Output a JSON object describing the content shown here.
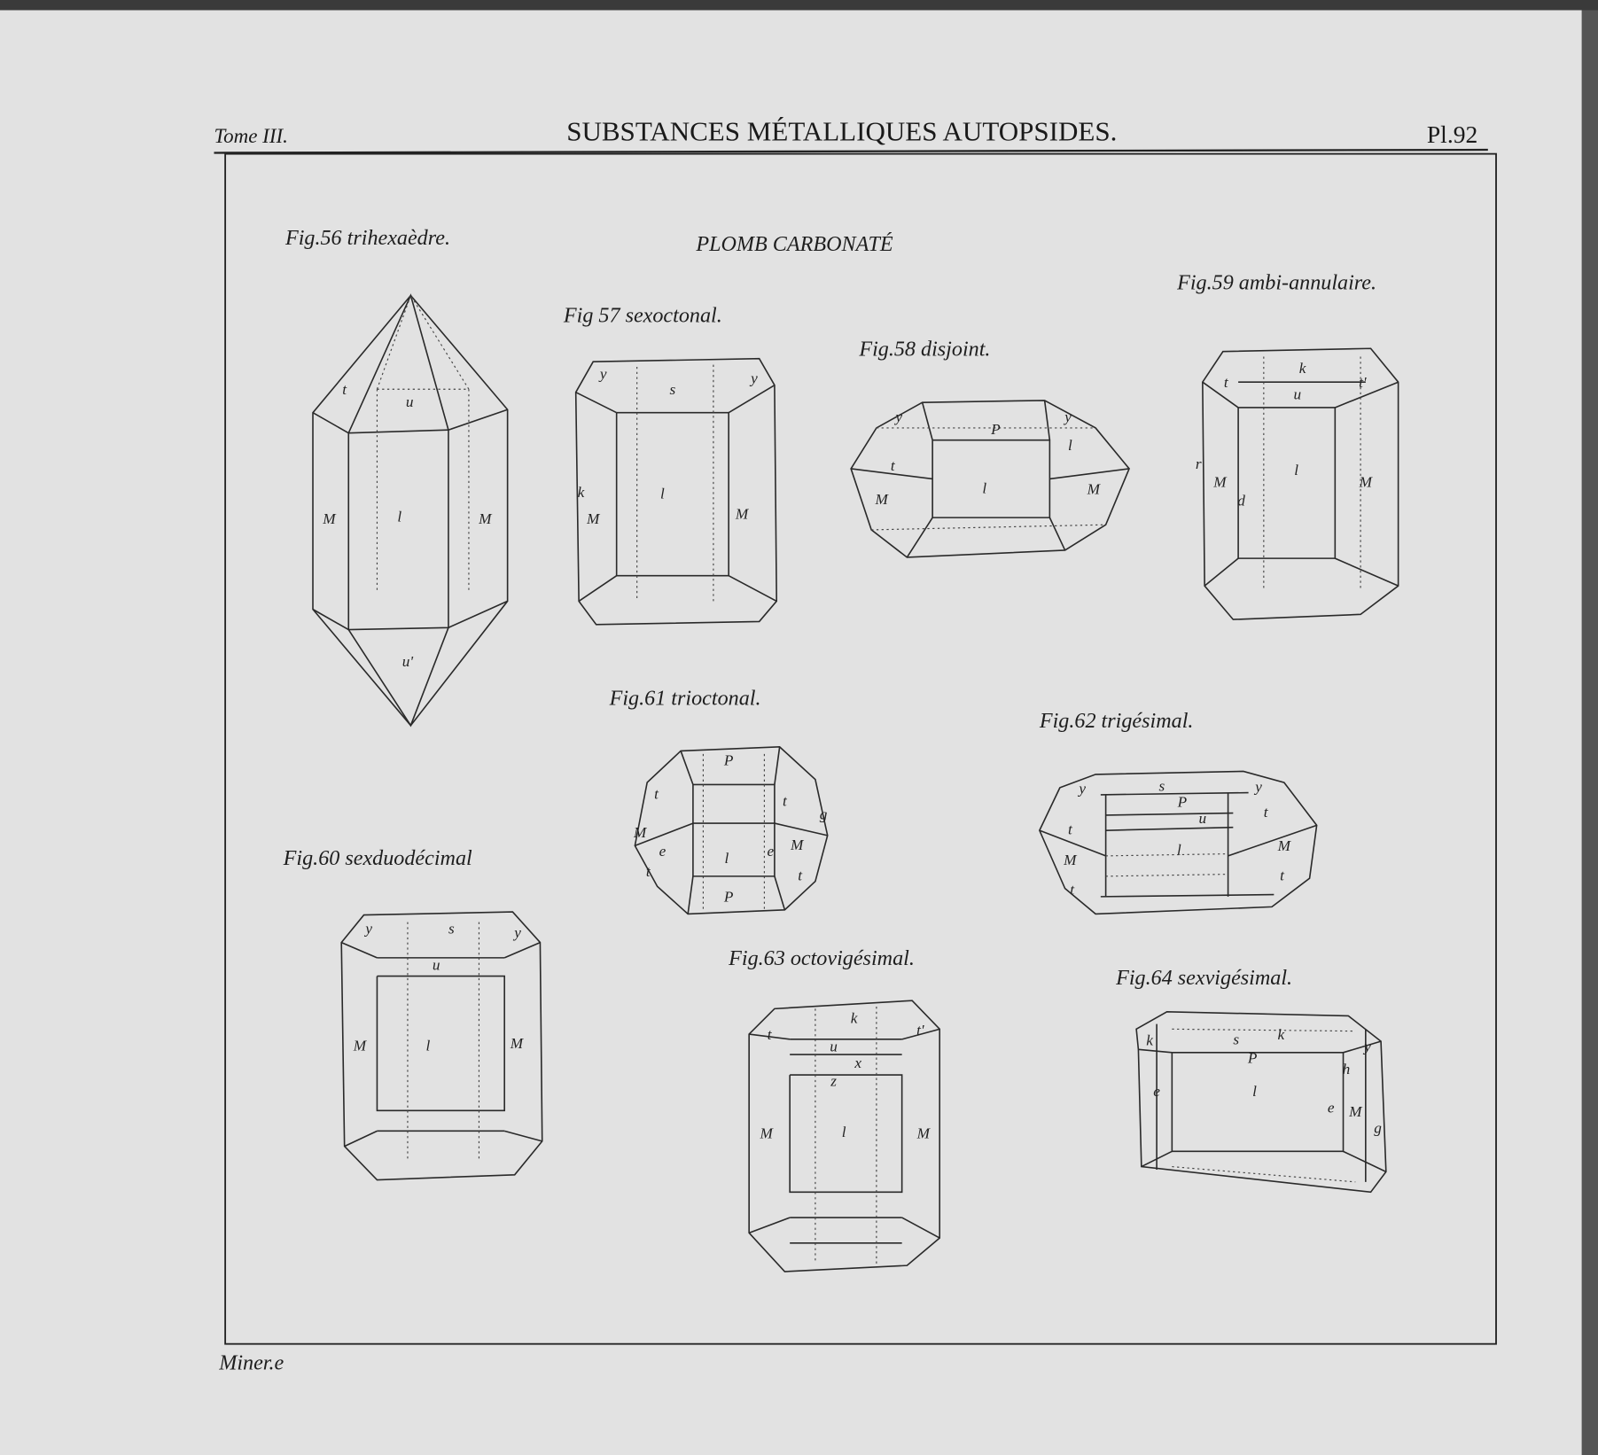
{
  "header": {
    "tome": "Tome III.",
    "title": "SUBSTANCES MÉTALLIQUES AUTOPSIDES.",
    "plate": "Pl.92"
  },
  "subtitle": "PLOMB CARBONATÉ",
  "footer": "Miner.e",
  "colors": {
    "paper": "#e2e2e2",
    "ink": "#1e1e1e",
    "top_bar": "#3a3a3a"
  },
  "figures": [
    {
      "caption": "Fig.56 trihexaèdre.",
      "labels": [
        "t",
        "u",
        "M",
        "l",
        "M",
        "u'"
      ]
    },
    {
      "caption": "Fig 57 sexoctonal.",
      "labels": [
        "y",
        "s",
        "y",
        "l",
        "M",
        "M",
        "k"
      ]
    },
    {
      "caption": "Fig.58 disjoint.",
      "labels": [
        "P",
        "y",
        "y",
        "t",
        "l",
        "l",
        "M",
        "M"
      ]
    },
    {
      "caption": "Fig.59 ambi-annulaire.",
      "labels": [
        "k",
        "t",
        "u",
        "t'",
        "r",
        "M",
        "d",
        "l",
        "M"
      ]
    },
    {
      "caption": "Fig.60 sexduodécimal",
      "labels": [
        "y",
        "s",
        "y",
        "u",
        "M",
        "l",
        "M"
      ]
    },
    {
      "caption": "Fig.61 trioctonal.",
      "labels": [
        "P",
        "t",
        "t",
        "g",
        "M",
        "e",
        "M",
        "e",
        "l",
        "t",
        "t",
        "P"
      ]
    },
    {
      "caption": "Fig.62 trigésimal.",
      "labels": [
        "y",
        "s",
        "P",
        "u",
        "y",
        "t",
        "t",
        "l",
        "M",
        "M",
        "t",
        "t"
      ]
    },
    {
      "caption": "Fig.63 octovigésimal.",
      "labels": [
        "k",
        "t",
        "t'",
        "u",
        "x",
        "z",
        "M",
        "l",
        "M"
      ]
    },
    {
      "caption": "Fig.64 sexvigésimal.",
      "labels": [
        "k",
        "s",
        "k",
        "P",
        "y",
        "h",
        "l",
        "e",
        "e",
        "M",
        "g"
      ]
    }
  ]
}
